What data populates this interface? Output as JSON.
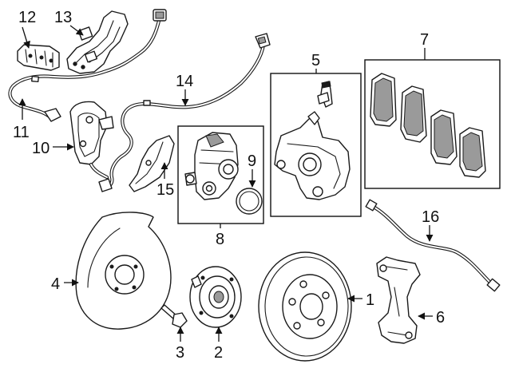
{
  "callouts": {
    "c1": "1",
    "c2": "2",
    "c3": "3",
    "c4": "4",
    "c5": "5",
    "c6": "6",
    "c7": "7",
    "c8": "8",
    "c9": "9",
    "c10": "10",
    "c11": "11",
    "c12": "12",
    "c13": "13",
    "c14": "14",
    "c15": "15",
    "c16": "16"
  },
  "colors": {
    "line": "#1a1a1a",
    "background": "#ffffff",
    "shade": "#9a9a9a"
  }
}
